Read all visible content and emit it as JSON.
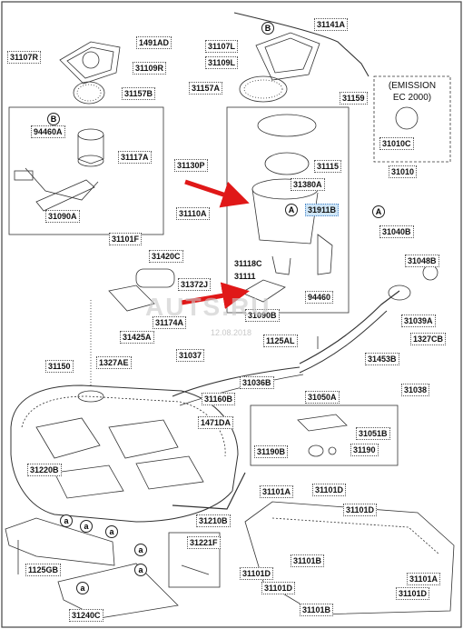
{
  "labels": {
    "l31141A": "31141A",
    "l31107L": "31107L",
    "l31109L": "31109L",
    "l31157A_r": "31157A",
    "l31159": "31159",
    "l31107R": "31107R",
    "l1491AD": "1491AD",
    "l31109R": "31109R",
    "l31157B": "31157B",
    "l94460A": "94460A",
    "l31117A": "31117A",
    "l31130P": "31130P",
    "l31090A": "31090A",
    "l31380A": "31380A",
    "l31115": "31115",
    "l31110A": "31110A",
    "l31911B": "31911B",
    "l31118C": "31118C",
    "l31111": "31111",
    "l94460": "94460",
    "l31090B": "31090B",
    "l31010C": "31010C",
    "l31010": "31010",
    "l31040B": "31040B",
    "l31048B": "31048B",
    "l31039A": "31039A",
    "l1327CB": "1327CB",
    "l31453B": "31453B",
    "l31038": "31038",
    "l1125AL": "1125AL",
    "l31101F": "31101F",
    "l31420C": "31420C",
    "l31372J": "31372J",
    "l31174A": "31174A",
    "l31425A": "31425A",
    "l1327AE": "1327AE",
    "l31037": "31037",
    "l31036B": "31036B",
    "l31160B": "31160B",
    "l1471DA": "1471DA",
    "l31150": "31150",
    "l31220B": "31220B",
    "l31050A": "31050A",
    "l31051B": "31051B",
    "l31190B": "31190B",
    "l31190": "31190",
    "l31210B": "31210B",
    "l31221F": "31221F",
    "l1125GB": "1125GB",
    "l31240C": "31240C",
    "l31101A_l": "31101A",
    "l31101D_t": "31101D",
    "l31101D_r": "31101D",
    "l31101D_l": "31101D",
    "l31101B_c": "31101B",
    "l31101D_b": "31101D",
    "l31101B_b": "31101B",
    "l31101A_r": "31101A",
    "l31101D_br": "31101D"
  },
  "circles": {
    "A": "A",
    "B": "B",
    "a": "a"
  },
  "emission_note": {
    "line1": "(EMISSION",
    "line2": "EC 2000)"
  },
  "watermark": {
    "brand": "AUTS.RU",
    "date": "12.08.2018"
  },
  "colors": {
    "arrow": "#e01818",
    "highlight": "#cfe6f7",
    "line": "#333333"
  }
}
